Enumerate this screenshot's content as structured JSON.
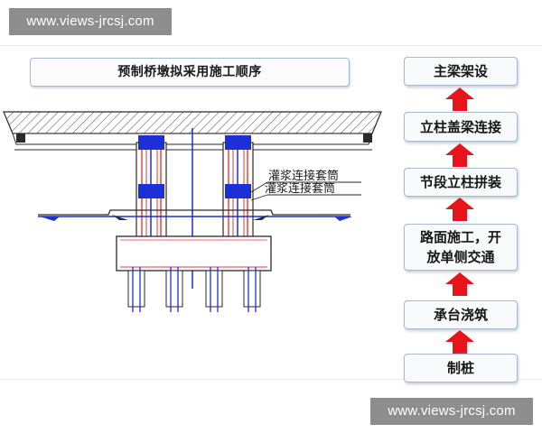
{
  "watermark": {
    "top": "www.views-jrcsj.com",
    "bottom": "www.views-jrcsj.com"
  },
  "diagram": {
    "title": "预制桥墩拟采用施工顺序",
    "annotation_1": "灌浆连接套筒",
    "annotation_2": "灌浆连接套筒"
  },
  "sequence": {
    "steps": [
      {
        "label": "主梁架设"
      },
      {
        "label": "立柱盖梁连接"
      },
      {
        "label": "节段立柱拼装"
      },
      {
        "label_line1": "路面施工，开",
        "label_line2": "放单侧交通"
      },
      {
        "label": "承台浇筑"
      },
      {
        "label": "制桩"
      }
    ],
    "arrow_color": "#e8141b"
  },
  "colors": {
    "line": "#2a2a2a",
    "rebar_blue": "#1d2fd6",
    "rebar_red": "#e23a3a",
    "hatch": "#4a4a4a"
  }
}
